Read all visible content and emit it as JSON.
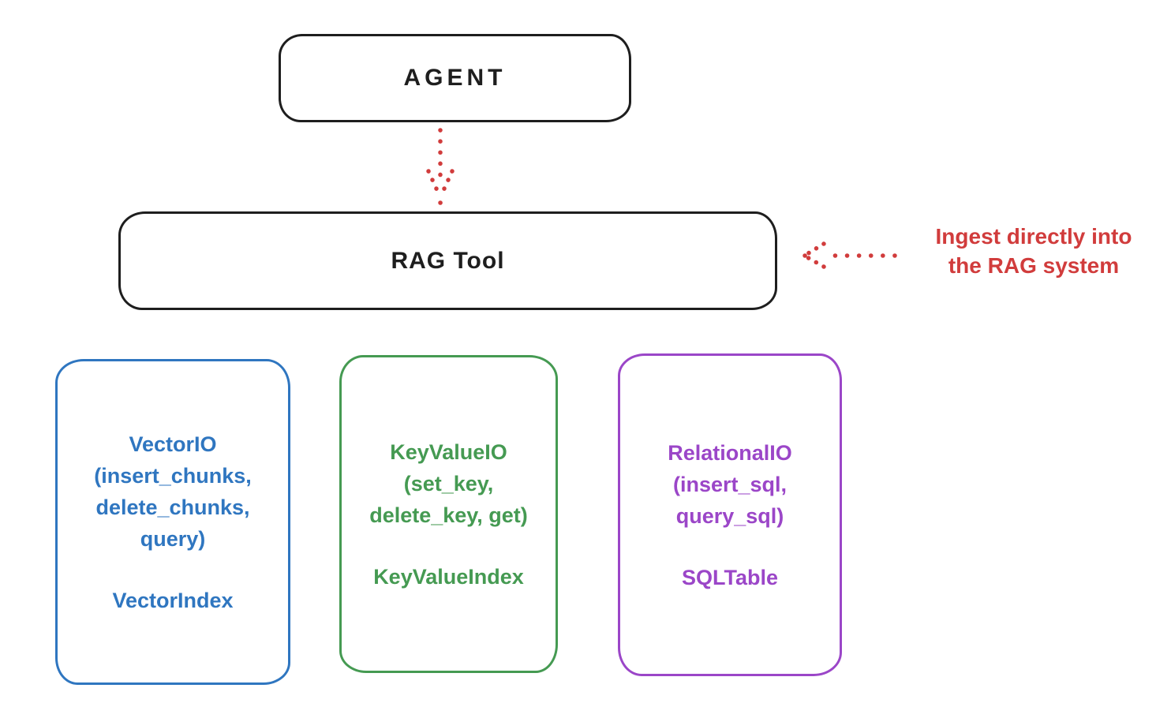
{
  "diagram": {
    "title_hint": "RAG Tool architecture sketch",
    "colors": {
      "ink": "#1e1e1e",
      "red": "#d13c3c",
      "blue": "#2f76c0",
      "green": "#459a52",
      "purple": "#9b46c8",
      "background": "#ffffff"
    },
    "nodes": {
      "agent": {
        "label": "AGENT"
      },
      "rag_tool": {
        "label": "RAG Tool"
      },
      "vector": {
        "lines": [
          "VectorIO",
          "(insert_chunks,",
          "delete_chunks,",
          "query)"
        ],
        "secondary": "VectorIndex",
        "color": "#2f76c0"
      },
      "keyvalue": {
        "lines": [
          "KeyValueIO",
          "(set_key,",
          "delete_key, get)"
        ],
        "secondary": "KeyValueIndex",
        "color": "#459a52"
      },
      "relational": {
        "lines": [
          "RelationalIO",
          "(insert_sql,",
          "query_sql)"
        ],
        "secondary": "SQLTable",
        "color": "#9b46c8"
      }
    },
    "annotation": {
      "line1": "Ingest directly into",
      "line2": "the RAG system",
      "color": "#d13c3c"
    },
    "arrows": {
      "agent_to_rag": "dotted red arrow pointing down from AGENT to RAG Tool",
      "annotation_to_rag": "dotted red arrow pointing left from annotation to RAG Tool",
      "color": "#d13c3c"
    }
  }
}
